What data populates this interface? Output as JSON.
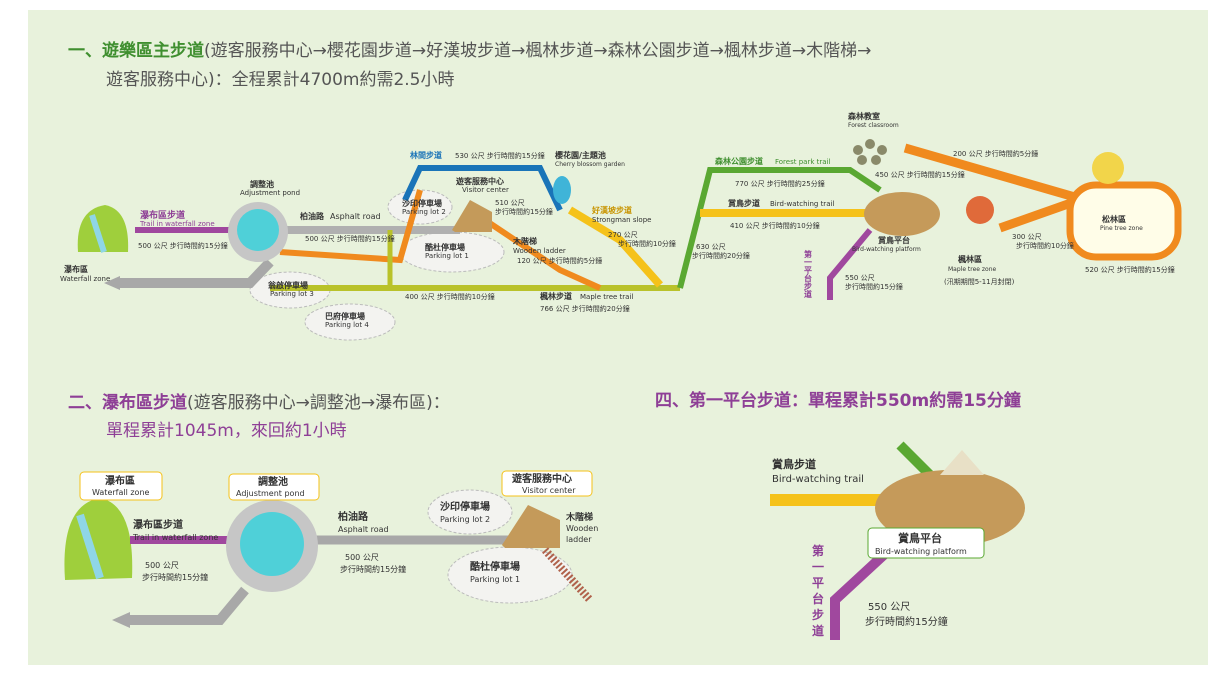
{
  "section1": {
    "number": "一、",
    "name": "遊樂區主步道",
    "route": "(遊客服務中心→櫻花園步道→好漢坡步道→楓林步道→森林公園步道→楓林步道→木階梯→",
    "route2": "遊客服務中心)：全程累計4700m約需2.5小時"
  },
  "section2": {
    "number": "二、",
    "name": "瀑布區步道",
    "route": "(遊客服務中心→調整池→瀑布區)：",
    "route2": "單程累計1045m，來回約1小時"
  },
  "section4": {
    "number": "四、",
    "name": "第一平台步道：單程累計550m約需15分鐘"
  },
  "map1": {
    "waterfall_zone": "瀑布區",
    "waterfall_zone_en": "Waterfall zone",
    "waterfall_trail": "瀑布區步道",
    "waterfall_trail_en": "Trail in waterfall zone",
    "waterfall_dist": "500 公尺  步行時間約15分鐘",
    "adjust_pond": "調整池",
    "adjust_pond_en": "Adjustment pond",
    "asphalt": "柏油路",
    "asphalt_en": "Asphalt road",
    "asphalt_dist": "500 公尺  步行時間約15分鐘",
    "lot2": "沙印停車場",
    "lot2_en": "Parking lot 2",
    "lot1": "酷杜停車場",
    "lot1_en": "Parking lot 1",
    "lot3": "翁啟停車場",
    "lot3_en": "Parking lot 3",
    "lot4": "巴府停車場",
    "lot4_en": "Parking lot 4",
    "forest_trail": "林間步道",
    "forest_trail_dist": "530 公尺  步行時間約15分鐘",
    "visitor": "遊客服務中心",
    "visitor_en": "Visitor center",
    "visitor_dist1": "510 公尺",
    "visitor_dist2": "步行時間約15分鐘",
    "cherry": "櫻花園/主題池",
    "cherry_en": "Cherry blossom garden",
    "strong": "好漢坡步道",
    "strong_en": "Strongman slope",
    "strong_dist1": "270 公尺",
    "strong_dist2": "步行時間約10分鐘",
    "wooden": "木階梯",
    "wooden_en": "Wooden ladder",
    "wooden_dist": "120 公尺  步行時間約5分鐘",
    "lower_dist": "400 公尺  步行時間約10分鐘",
    "maple_trail": "楓林步道",
    "maple_trail_en": "Maple tree trail",
    "maple_dist": "766 公尺  步行時間約20分鐘",
    "green_dist1": "630 公尺",
    "green_dist2": "步行時間約20分鐘",
    "forest_park": "森林公園步道",
    "forest_park_en": "Forest park trail",
    "forest_park_dist": "770 公尺  步行時間約25分鐘",
    "bird_trail": "賞鳥步道",
    "bird_trail_en": "Bird-watching trail",
    "bird_dist": "410 公尺  步行時間約10分鐘",
    "first_platform": "第一平台步道",
    "first_dist1": "550 公尺",
    "first_dist2": "步行時間約15分鐘",
    "bird_platform": "賞鳥平台",
    "bird_platform_en": "Bird-watching platform",
    "classroom": "森林教室",
    "classroom_en": "Forest classroom",
    "classroom_dist": "450 公尺  步行時間約15分鐘",
    "orange_dist": "200 公尺  步行時間約5分鐘",
    "orange_dist2a": "300 公尺",
    "orange_dist2b": "步行時間約10分鐘",
    "maple_zone": "楓林區",
    "maple_zone_en": "Maple tree zone",
    "maple_zone_note": "(汛期期間5-11月封閉)",
    "pine_zone": "松林區",
    "pine_zone_en": "Pine tree zone",
    "pine_dist": "520 公尺  步行時間約15分鐘"
  },
  "map2": {
    "waterfall_zone": "瀑布區",
    "waterfall_zone_en": "Waterfall zone",
    "adjust_pond": "調整池",
    "adjust_pond_en": "Adjustment pond",
    "waterfall_trail": "瀑布區步道",
    "waterfall_trail_en": "Trail in waterfall zone",
    "waterfall_dist1": "500 公尺",
    "waterfall_dist2": "步行時間約15分鐘",
    "asphalt": "柏油路",
    "asphalt_en": "Asphalt road",
    "asphalt_dist1": "500 公尺",
    "asphalt_dist2": "步行時間約15分鐘",
    "lot2": "沙印停車場",
    "lot2_en": "Parking lot 2",
    "lot1": "酷杜停車場",
    "lot1_en": "Parking lot 1",
    "visitor": "遊客服務中心",
    "visitor_en": "Visitor center",
    "wooden": "木階梯",
    "wooden_en1": "Wooden",
    "wooden_en2": "ladder"
  },
  "map4": {
    "bird_trail": "賞鳥步道",
    "bird_trail_en": "Bird-watching trail",
    "bird_platform": "賞鳥平台",
    "bird_platform_en": "Bird-watching platform",
    "first_c1": "第",
    "first_c2": "一",
    "first_c3": "平",
    "first_c4": "台",
    "first_c5": "步",
    "first_c6": "道",
    "dist1": "550 公尺",
    "dist2": "步行時間約15分鐘"
  },
  "colors": {
    "green": "#5aa832",
    "purple": "#a0489e",
    "orange": "#f08a1e",
    "yellow": "#f5c21a",
    "grey": "#a8a8a8",
    "blue": "#1a74b8",
    "olive": "#b9c22a"
  }
}
